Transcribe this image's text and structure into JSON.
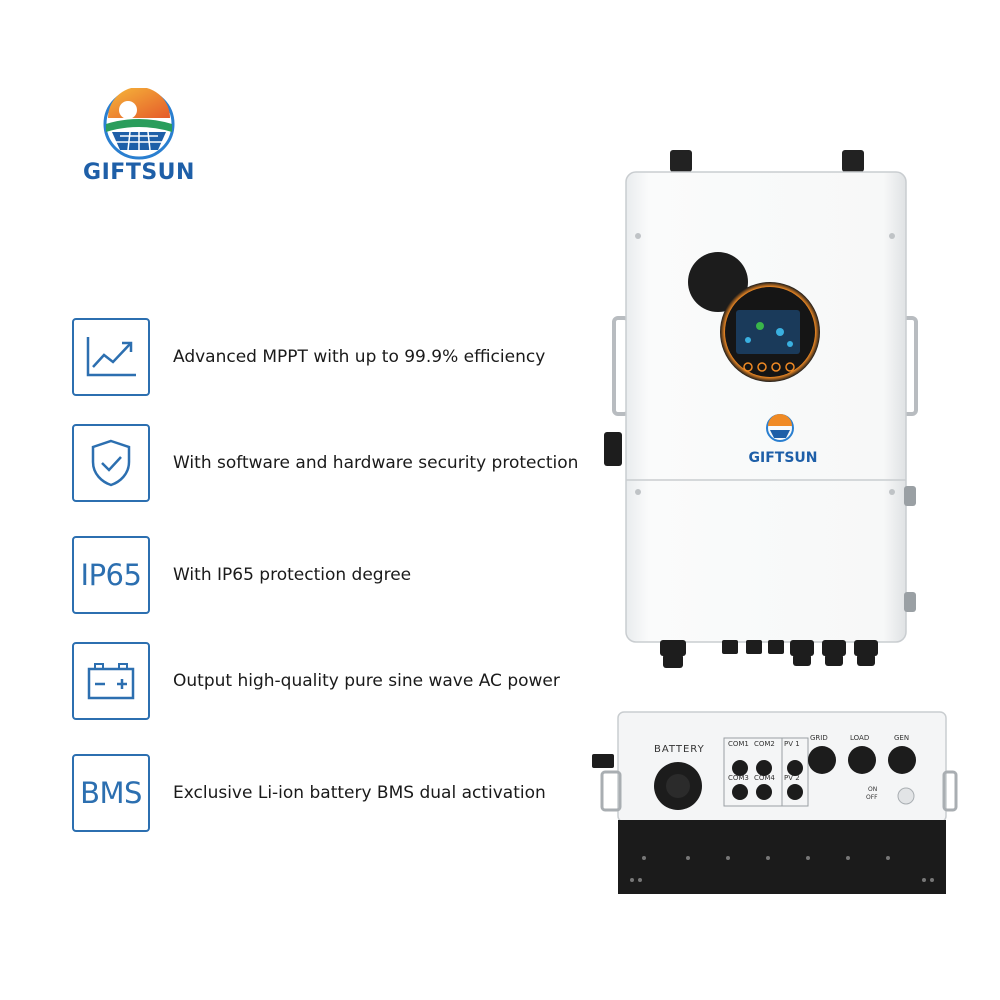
{
  "brand": {
    "logo_text": "GIFTSUN"
  },
  "features": [
    {
      "icon": "growth-chart-icon",
      "text": "Advanced MPPT with up to 99.9% efficiency"
    },
    {
      "icon": "shield-check-icon",
      "text": "With software and hardware security protection"
    },
    {
      "icon": "ip65-text-icon",
      "icon_text": "IP65",
      "text": "With IP65 protection degree"
    },
    {
      "icon": "battery-icon",
      "text": "Output high-quality pure sine wave AC power"
    },
    {
      "icon": "bms-text-icon",
      "icon_text": "BMS",
      "text": "Exclusive Li-ion battery BMS dual activation"
    }
  ],
  "product": {
    "front_logo": "GIFTSUN",
    "bottom_panel": {
      "battery_label": "BATTERY",
      "com_labels": [
        "COM1",
        "COM2",
        "COM3",
        "COM4"
      ],
      "pv_labels": [
        "PV 1",
        "PV 2"
      ],
      "port_labels": [
        "GRID",
        "LOAD",
        "GEN"
      ],
      "switch_on": "ON",
      "switch_off": "OFF"
    }
  },
  "colors": {
    "brand_blue": "#2c6fb0",
    "sun_orange": "#f08a24",
    "panel_dark": "#1c1c1c"
  }
}
